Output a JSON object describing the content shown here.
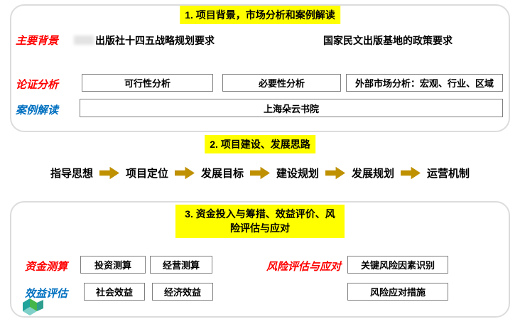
{
  "colors": {
    "highlight": "#FFFF00",
    "red_accent": "#FF0000",
    "blue_accent": "#0070C0",
    "arrow": "#BF9000"
  },
  "section1": {
    "title": "1. 项目背景，市场分析和案例解读",
    "background_label": "主要背景",
    "background_item1": "出版社十四五战略规划要求",
    "background_item2": "国家民文出版基地的政策要求",
    "analysis_label": "论证分析",
    "analysis_boxes": [
      "可行性分析",
      "必要性分析",
      "外部市场分析：宏观、行业、区域"
    ],
    "case_label": "案例解读",
    "case_box": "上海朵云书院"
  },
  "section2": {
    "title": "2. 项目建设、发展思路",
    "flow_steps": [
      "指导思想",
      "项目定位",
      "发展目标",
      "建设规划",
      "发展规划",
      "运营机制"
    ]
  },
  "section3": {
    "title": "3. 资金投入与筹措、效益评价、风险评估与应对",
    "funding_label": "资金测算",
    "funding_boxes": [
      "投资测算",
      "经营测算"
    ],
    "risk_label": "风险评估与应对",
    "risk_box1": "关键风险因素识别",
    "risk_box2": "风险应对措施",
    "benefit_label": "效益评估",
    "benefit_boxes": [
      "社会效益",
      "经济效益"
    ]
  }
}
